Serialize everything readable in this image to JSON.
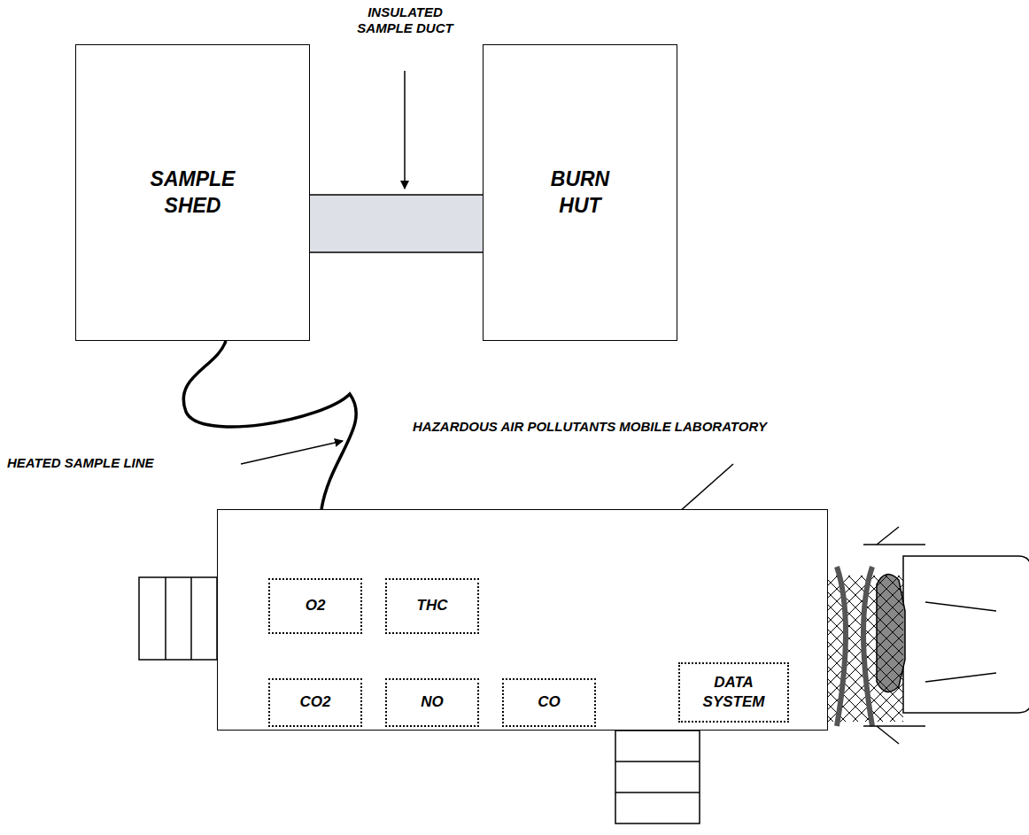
{
  "diagram": {
    "nodes": [
      {
        "text": [
          "SAMPLE SHED"
        ]
      },
      {
        "text": [
          "BURN HUT"
        ]
      },
      {
        "text": [
          "HAZARDOUS AIR POLLUTANTS MOBILE LABORATORY"
        ]
      },
      {
        "text": [
          "O2"
        ],
        "in": 2
      },
      {
        "text": [
          "THC"
        ],
        "in": 2
      },
      {
        "text": [
          "CO2"
        ],
        "in": 2
      },
      {
        "text": [
          "NO"
        ],
        "in": 2
      },
      {
        "text": [
          "CO"
        ],
        "in": 2
      },
      {
        "text": [
          "DATA SYSTEM"
        ],
        "in": 2
      }
    ],
    "edges": [
      {
        "from": 1,
        "to": 0,
        "arrow": "none"
      },
      {
        "from": 0,
        "to": 2,
        "arrow": "none"
      }
    ],
    "labels": [
      "INSULATED SAMPLE DUCT",
      "HEATED SAMPLE LINE"
    ]
  }
}
